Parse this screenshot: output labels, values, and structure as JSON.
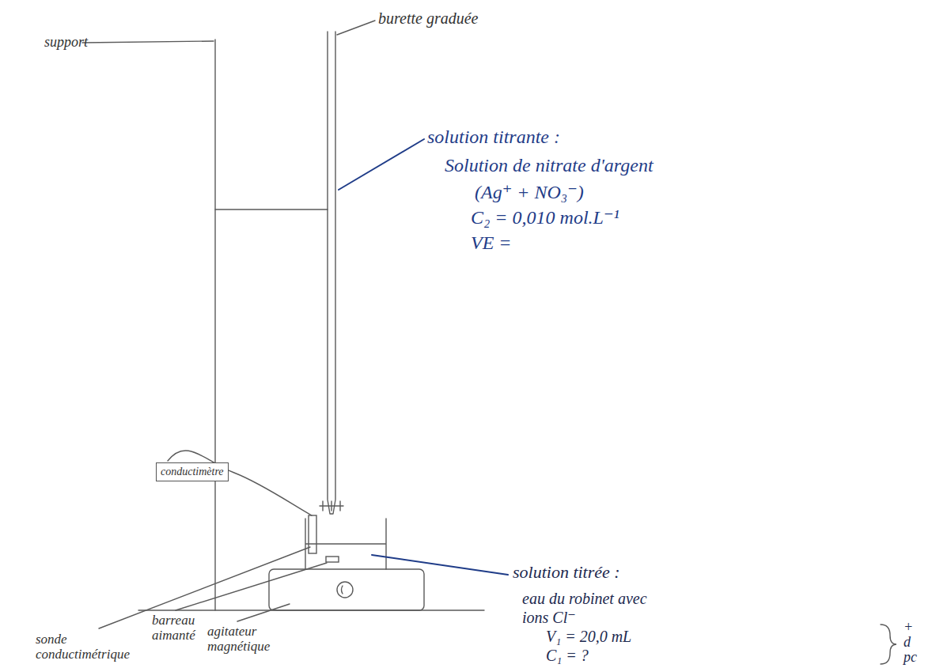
{
  "diagram": {
    "nodes": [
      {
        "text": [
          "conductimètre"
        ]
      }
    ],
    "labels": [
      "burette graduée",
      "support",
      "solution titrante :",
      "Solution de nitrate d'argent",
      "(Ag⁺ + NO₃⁻)",
      "C₂ = 0,010 mol.L⁻¹",
      "VE =",
      "solution titrée :",
      "eau du robinet avec",
      "ions Cl⁻",
      "V₁ = 20,0 mL",
      "C₁ = ?",
      "+",
      "d",
      "pc",
      "sonde conductimétrique",
      "barreau aimanté",
      "agitateur magnétique"
    ]
  }
}
